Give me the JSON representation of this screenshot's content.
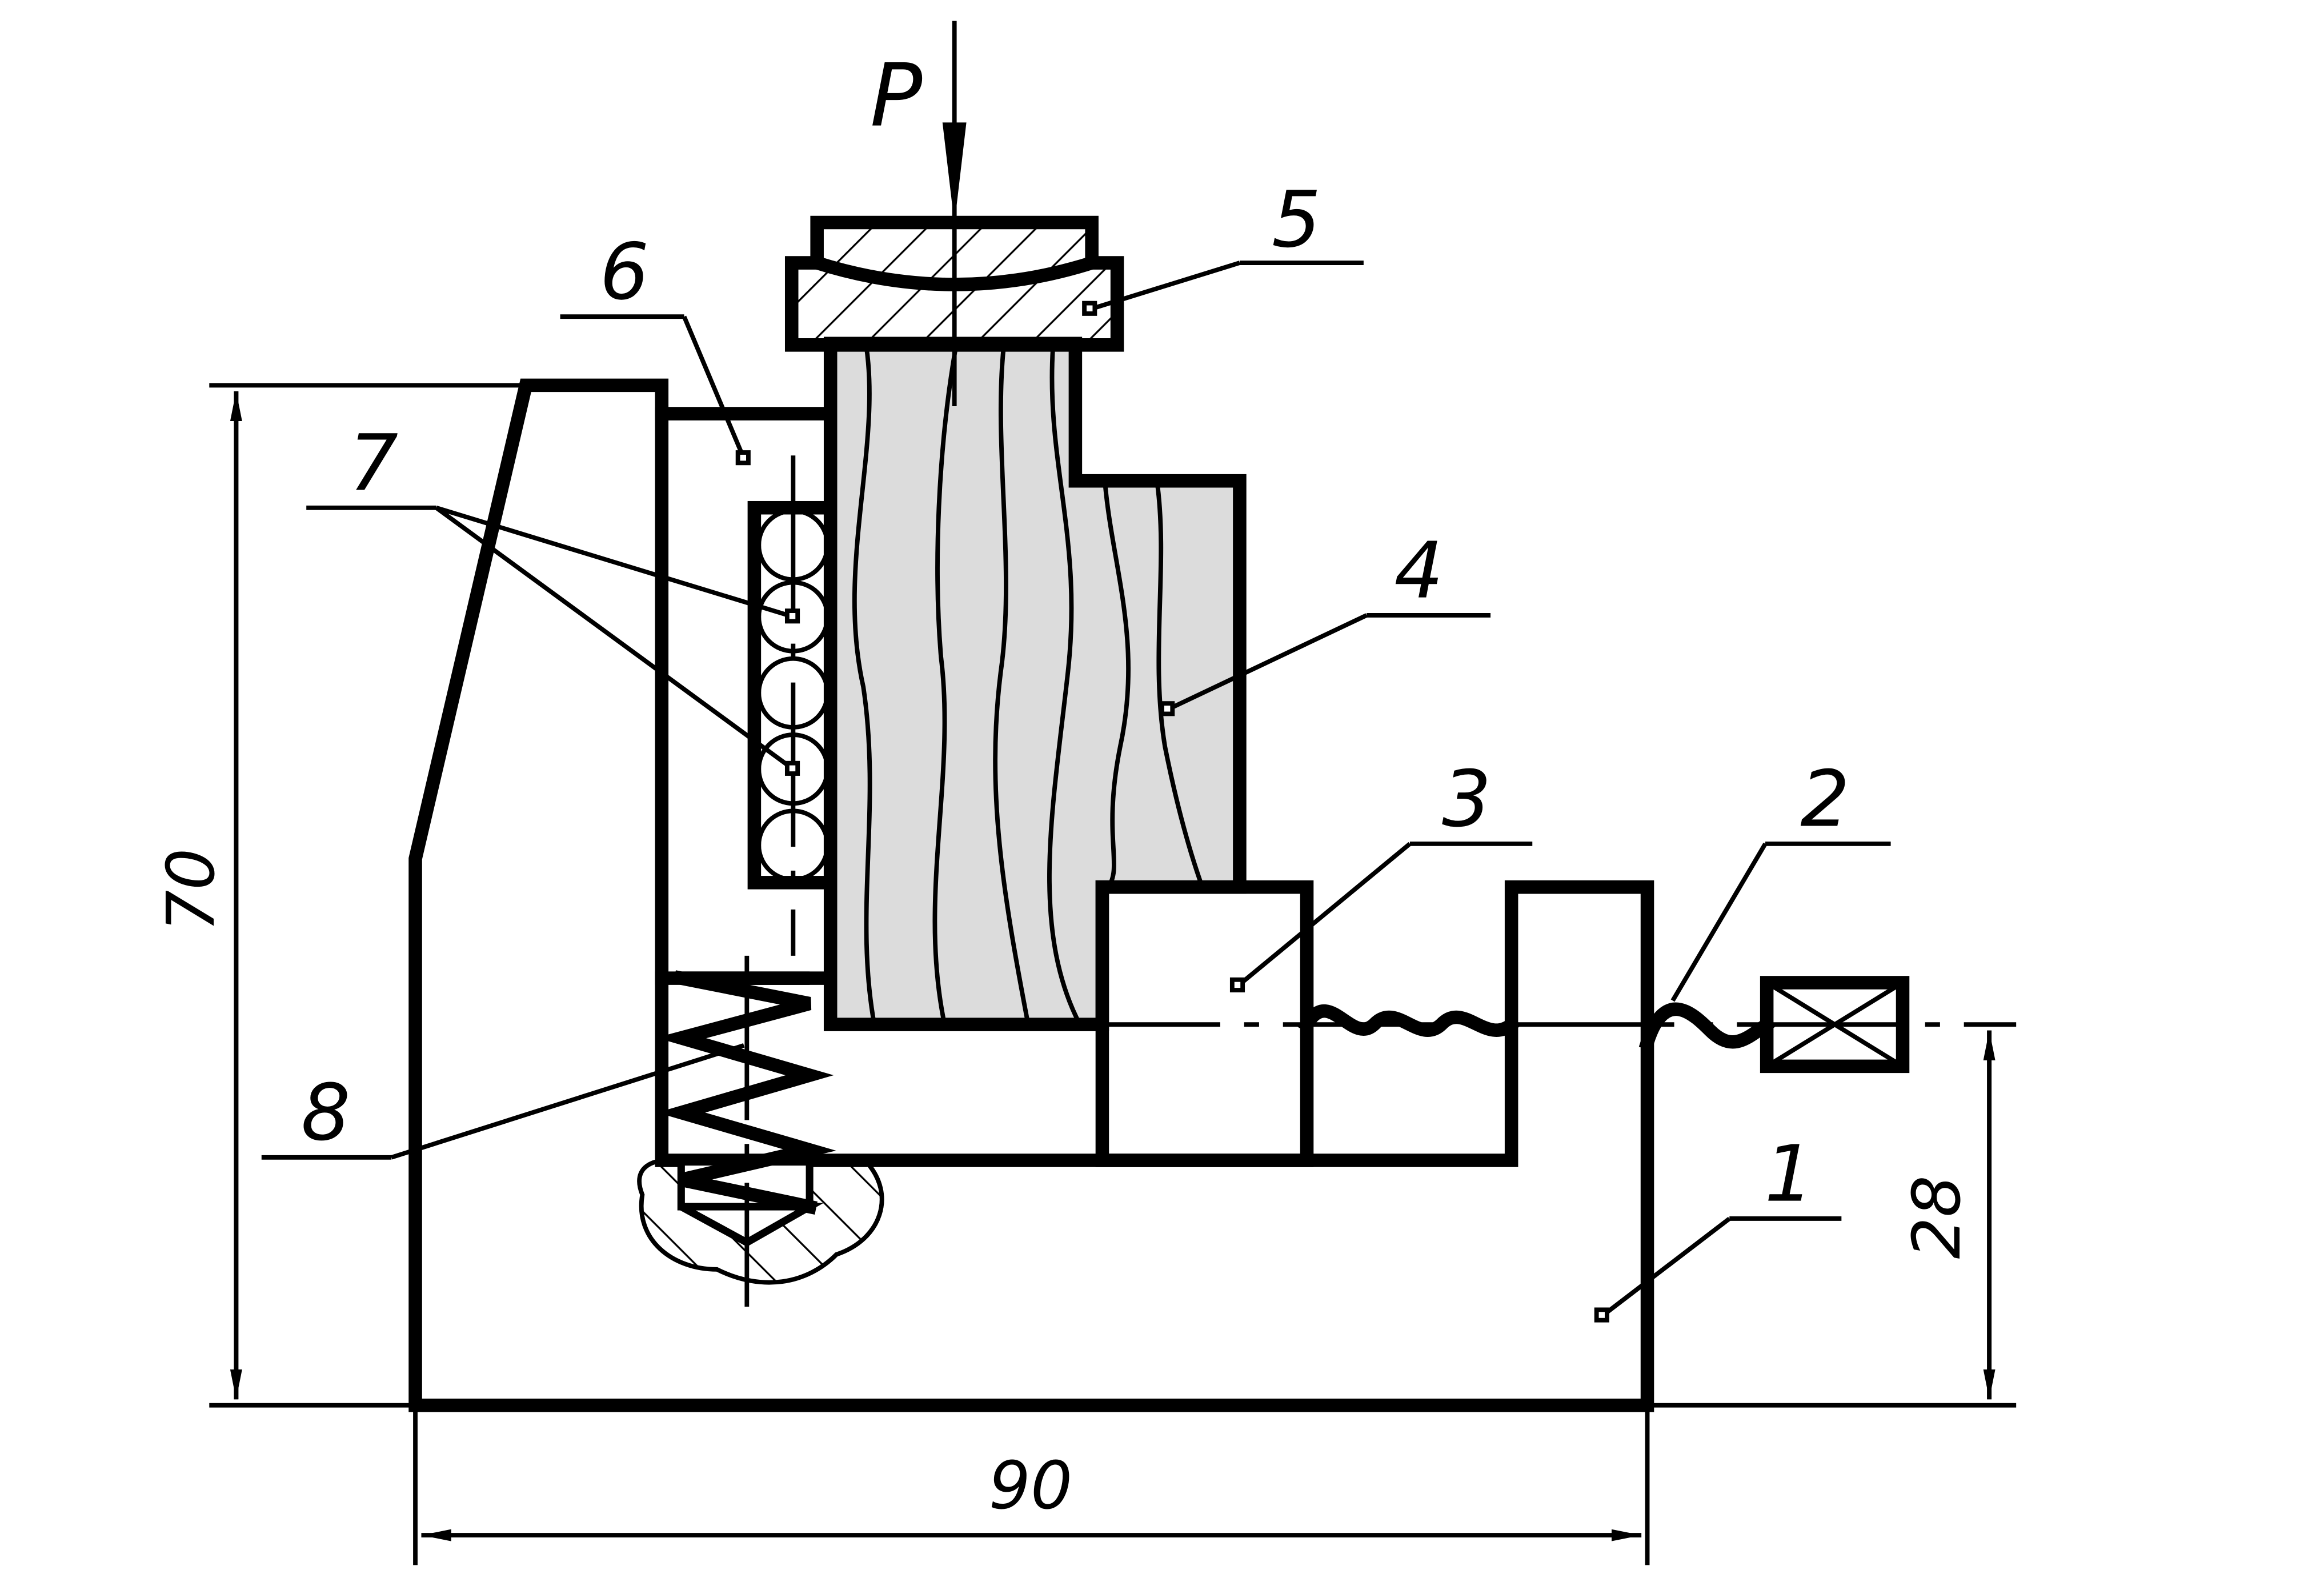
{
  "labels": {
    "force": "P",
    "part1": "1",
    "part2": "2",
    "part3": "3",
    "part4": "4",
    "part5": "5",
    "part6": "6",
    "part7": "7",
    "part8": "8"
  },
  "dimensions": {
    "height_total": "70",
    "height_axis": "28",
    "width_total": "90"
  },
  "colors": {
    "line": "#000000",
    "wood_fill": "#dcdcdc",
    "background": "#ffffff"
  }
}
